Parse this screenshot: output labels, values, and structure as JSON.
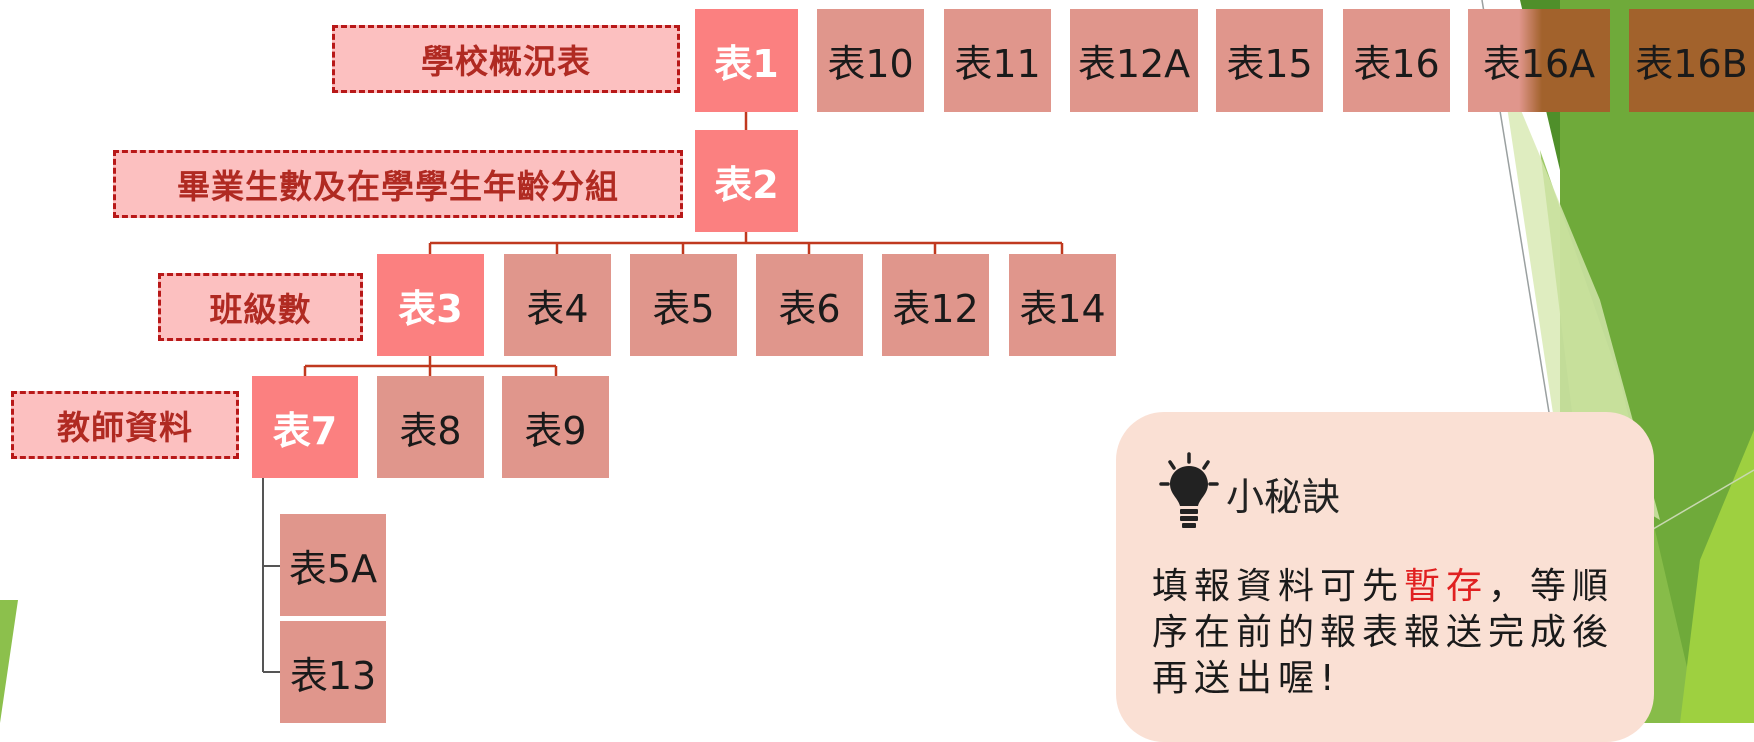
{
  "colors": {
    "main_box": "#fb8080",
    "sub_box": "#e0968c",
    "connector": "#c0391f",
    "label_fill": "#fcc0c0",
    "label_border": "#b81818",
    "label_text": "#b02a22",
    "tip_fill": "#fae0d4",
    "highlight": "#e02020"
  },
  "labels": {
    "school": "學校概況表",
    "graduates": "畢業生數及在學學生年齡分組",
    "classes": "班級數",
    "teachers": "教師資料"
  },
  "row1": [
    "表1",
    "表10",
    "表11",
    "表12A",
    "表15",
    "表16",
    "表16A",
    "表16B"
  ],
  "row2": [
    "表2"
  ],
  "row3": [
    "表3",
    "表4",
    "表5",
    "表6",
    "表12",
    "表14"
  ],
  "row4": [
    "表7",
    "表8",
    "表9"
  ],
  "subs": [
    "表5A",
    "表13"
  ],
  "tip": {
    "icon": "lightbulb-icon",
    "title": "小秘訣",
    "line1_prefix": "填報資料可先",
    "highlight": "暫存",
    "line1_suffix": "，等順序在前的報表報送完成後再送出喔!"
  }
}
